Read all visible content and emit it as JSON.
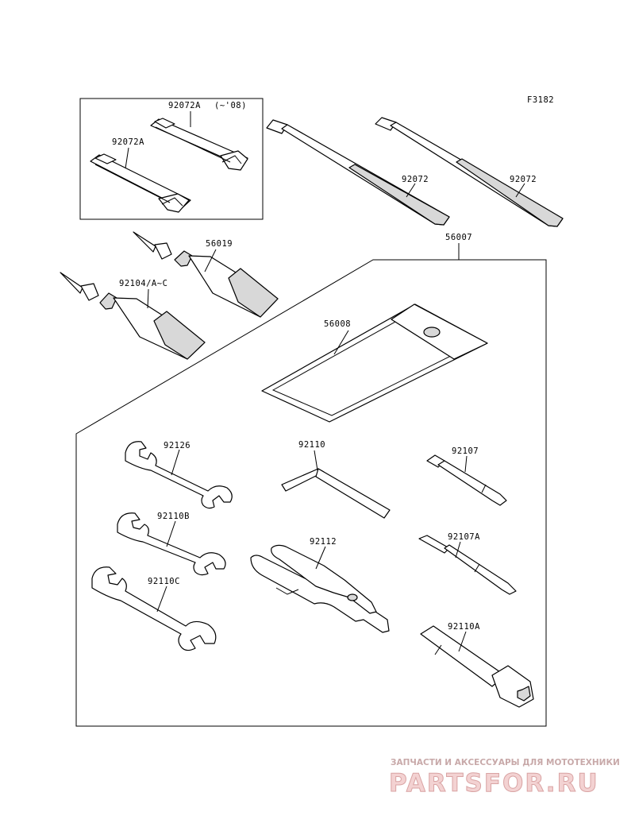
{
  "diagram": {
    "ref_code": "F3182",
    "parts": [
      {
        "id": "strap_08",
        "label": "92072A",
        "suffix": "(~'08)"
      },
      {
        "id": "strap",
        "label": "92072A"
      },
      {
        "id": "band_1",
        "label": "92072"
      },
      {
        "id": "band_2",
        "label": "92072"
      },
      {
        "id": "tool_kit",
        "label": "56007"
      },
      {
        "id": "grease_1",
        "label": "56019"
      },
      {
        "id": "grease_2",
        "label": "92104/A~C"
      },
      {
        "id": "tool_bag",
        "label": "56008"
      },
      {
        "id": "wrench_1",
        "label": "92126"
      },
      {
        "id": "hex_key",
        "label": "92110"
      },
      {
        "id": "screwdriver",
        "label": "92107"
      },
      {
        "id": "wrench_2",
        "label": "92110B"
      },
      {
        "id": "pliers",
        "label": "92112"
      },
      {
        "id": "screwdriver_a",
        "label": "92107A"
      },
      {
        "id": "wrench_3",
        "label": "92110C"
      },
      {
        "id": "plug_wrench",
        "label": "92110A"
      }
    ]
  },
  "watermark": {
    "caption": "ЗАПЧАСТИ И АКСЕССУАРЫ ДЛЯ МОТОТЕХНИКИ",
    "logo": "PARTSFOR.RU"
  }
}
